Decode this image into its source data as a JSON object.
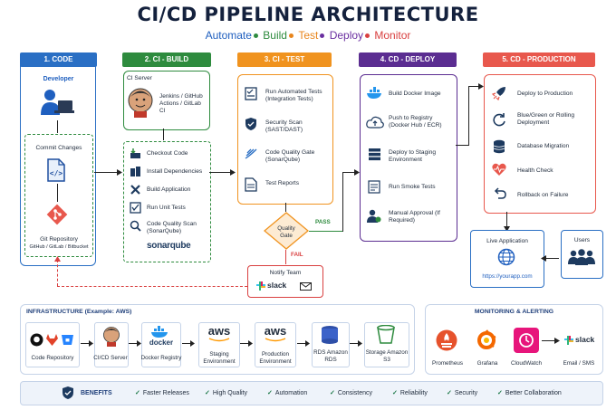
{
  "title": "CI/CD PIPELINE ARCHITECTURE",
  "subtitle": [
    {
      "label": "Automate",
      "color": "#1f5fbf"
    },
    {
      "label": "Build",
      "color": "#2e8b3e"
    },
    {
      "label": "Test",
      "color": "#e8851c"
    },
    {
      "label": "Deploy",
      "color": "#6a2fa0"
    },
    {
      "label": "Monitor",
      "color": "#d94040"
    }
  ],
  "columns": {
    "code": {
      "header": "1. CODE",
      "color": "#2a6fc4",
      "developer": "Developer",
      "commit": "Commit Changes",
      "repo": "Git Repository",
      "repo_sub": "GitHub / GitLab / Bitbucket"
    },
    "build": {
      "header": "2. CI - BUILD",
      "color": "#2e8b3e",
      "server": "CI Server",
      "server_sub": "Jenkins / GitHub Actions / GitLab CI",
      "steps": [
        "Checkout Code",
        "Install Dependencies",
        "Build Application",
        "Run Unit Tests",
        "Code Quality Scan (SonarQube)"
      ],
      "sonar": "sonarqube"
    },
    "test": {
      "header": "3. CI - TEST",
      "color": "#f0931f",
      "steps": [
        "Run Automated Tests (Integration Tests)",
        "Security Scan (SAST/DAST)",
        "Code Quality Gate (SonarQube)",
        "Test Reports"
      ],
      "gate": "Quality Gate",
      "pass": "PASS",
      "fail": "FAIL",
      "notify": "Notify Team",
      "slack": "slack"
    },
    "deploy": {
      "header": "4. CD - DEPLOY",
      "color": "#5b2d91",
      "steps": [
        "Build Docker Image",
        "Push to Registry (Docker Hub / ECR)",
        "Deploy to Staging Environment",
        "Run Smoke Tests",
        "Manual Approval (If Required)"
      ]
    },
    "production": {
      "header": "5. CD - PRODUCTION",
      "color": "#e8584d",
      "steps": [
        "Deploy to Production",
        "Blue/Green or Rolling Deployment",
        "Database Migration",
        "Health Check",
        "Rollback on Failure"
      ],
      "live": "Live Application",
      "url": "https://yourapp.com",
      "users": "Users"
    }
  },
  "infrastructure": {
    "title": "INFRASTRUCTURE (Example: AWS)",
    "items": [
      "Code Repository",
      "CI/CD Server",
      "Docker Registry",
      "Staging Environment",
      "Production Environment",
      "RDS Amazon RDS",
      "Storage Amazon S3"
    ],
    "docker": "docker",
    "aws": "aws",
    "rds": "RDS"
  },
  "monitoring": {
    "title": "MONITORING & ALERTING",
    "items": [
      "Prometheus",
      "Grafana",
      "CloudWatch",
      "Email / SMS"
    ],
    "slack": "slack"
  },
  "benefits": {
    "title": "BENEFITS",
    "items": [
      "Faster Releases",
      "High Quality",
      "Automation",
      "Consistency",
      "Reliability",
      "Security",
      "Better Collaboration"
    ]
  }
}
